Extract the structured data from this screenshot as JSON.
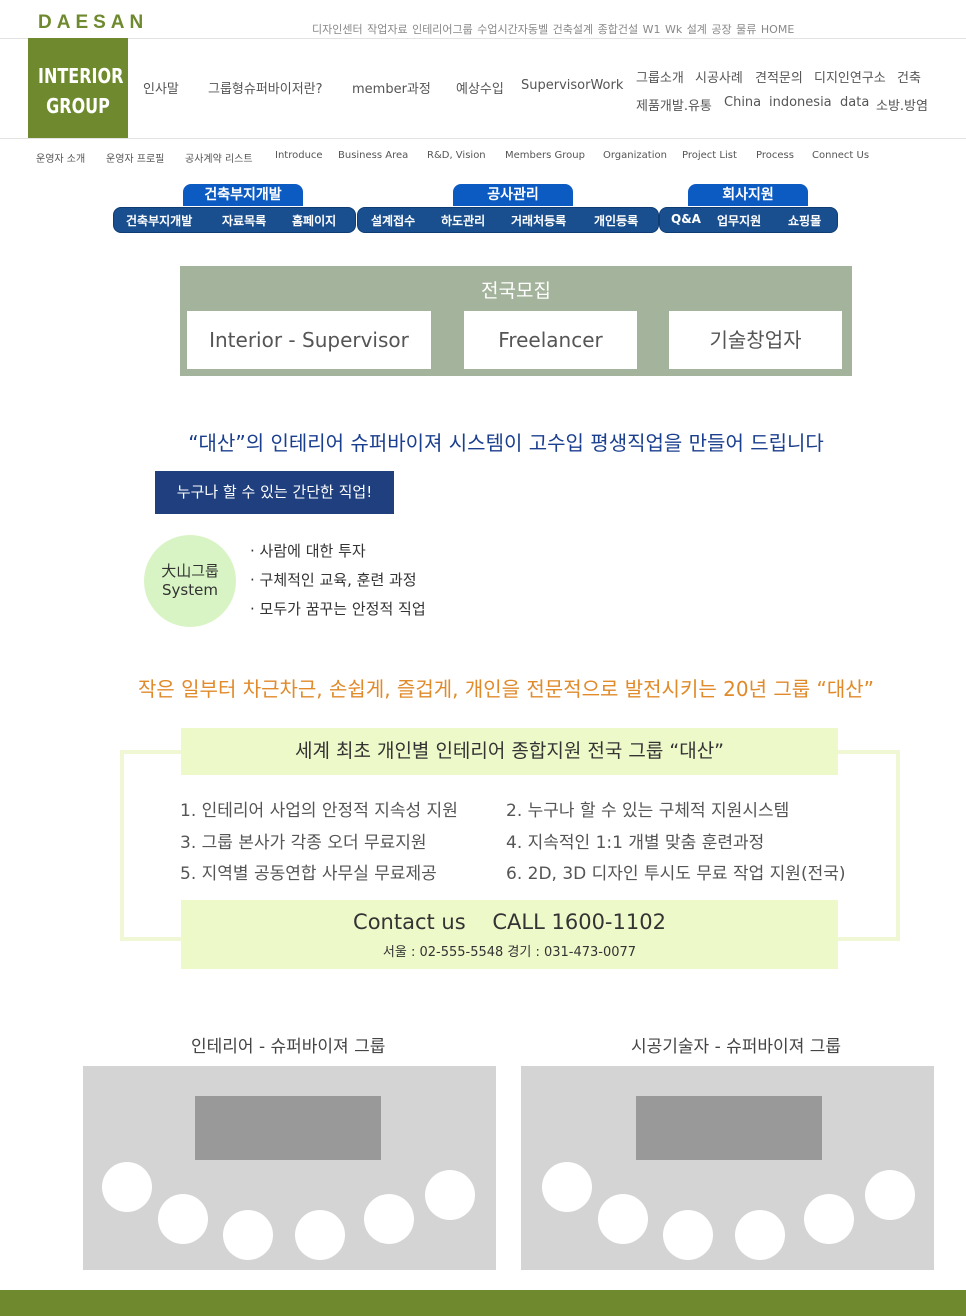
{
  "header": {
    "brand": "DAESAN",
    "top_links": "디자인센터 작업자료 인테리어그룹 수업시간자동벨 건축설계 종합건설 W1 Wk 설계 공장 물류 HOME",
    "logo_line1": "INTERIOR",
    "logo_line2": "GROUP",
    "main_nav": [
      "인사말",
      "그룹형슈퍼바이저란?",
      "member과정",
      "예상수입",
      "SupervisorWork"
    ],
    "right_nav_row1": [
      "그룹소개",
      "시공사례",
      "견적문의",
      "디지인연구소",
      "건축"
    ],
    "right_nav_row2": [
      "제품개발.유통",
      "China",
      "indonesia",
      "data",
      "소방.방염"
    ],
    "sub_nav": [
      "운영자 소개",
      "운영자 프로필",
      "공사계약 리스트",
      "Introduce",
      "Business Area",
      "R&D, Vision",
      "Members Group",
      "Organization",
      "Project List",
      "Process",
      "Connect Us"
    ]
  },
  "button_groups": [
    {
      "title": "건축부지개발",
      "buttons": [
        "건축부지개발",
        "자료목록",
        "홈페이지"
      ]
    },
    {
      "title": "공사관리",
      "buttons": [
        "설계접수",
        "하도관리",
        "거래처등록",
        "개인등록"
      ]
    },
    {
      "title": "회사지원",
      "buttons": [
        "Q&A",
        "업무지원",
        "쇼핑몰"
      ]
    }
  ],
  "recruit": {
    "title": "전국모집",
    "cards": [
      "Interior - Supervisor",
      "Freelancer",
      "기술창업자"
    ]
  },
  "slogan": "“대산”의 인테리어 슈퍼바이져 시스템이 고수입 평생직업을 만들어 드립니다",
  "easy_job": "누구나 할 수 있는 간단한 직업!",
  "system": {
    "circle_line1": "大山그룹",
    "circle_line2": "System",
    "bullets": [
      "· 사람에 대한 투자",
      "· 구체적인 교육, 훈련 과정",
      "· 모두가 꿈꾸는 안정적 직업"
    ]
  },
  "orange_slogan": "작은 일부터 차근차근, 손쉽게, 즐겁게, 개인을 전문적으로 발전시키는 20년 그룹 “대산”",
  "support": {
    "title": "세계 최초 개인별 인테리어 종합지원 전국 그룹 “대산”",
    "items": [
      "1. 인테리어 사업의 안정적 지속성 지원",
      "2. 누구나 할 수 있는 구체적 지원시스템",
      "3. 그룹 본사가 각종 오더 무료지원",
      "4. 지속적인 1:1 개별 맞춤 훈련과정",
      "5. 지역별 공동연합 사무실 무료제공",
      "6. 2D, 3D 디자인 투시도 무료 작업 지원(전국)"
    ],
    "contact_main": "Contact us    CALL 1600-1102",
    "contact_sub": "서울 : 02-555-5548  경기 : 031-473-0077"
  },
  "groups": {
    "left_title": "인테리어 - 슈퍼바이져 그룹",
    "right_title": "시공기술자 - 슈퍼바이져 그룹"
  },
  "colors": {
    "brand_green": "#6f8a2e",
    "pill_blue": "#0c5bc3",
    "navy": "#1f3f7f",
    "orange": "#e08a2a",
    "light_green": "#eef9ca"
  }
}
